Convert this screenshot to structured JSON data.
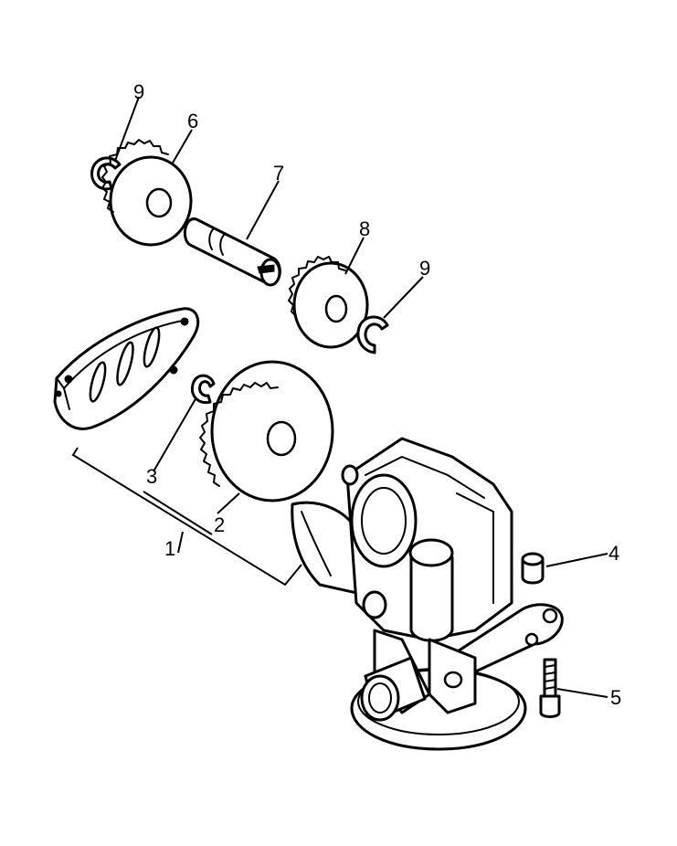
{
  "callouts": {
    "c1": "1",
    "c2": "2",
    "c3": "3",
    "c4": "4",
    "c5": "5",
    "c6": "6",
    "c7": "7",
    "c8": "8",
    "c9_top": "9",
    "c9_right": "9"
  },
  "colors": {
    "ink": "#000000",
    "paper": "#ffffff"
  }
}
